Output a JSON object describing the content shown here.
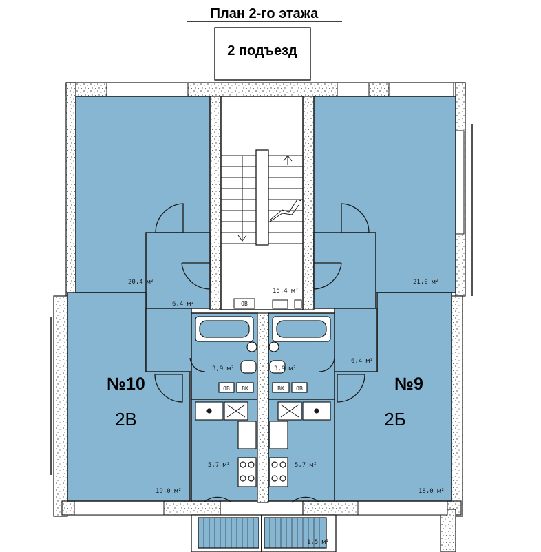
{
  "header": {
    "title": "План 2-го этажа",
    "entrance": "2 подъезд"
  },
  "apartments": [
    {
      "number": "№10",
      "type": "2В"
    },
    {
      "number": "№9",
      "type": "2Б"
    }
  ],
  "areas": {
    "left_bedroom": "20,4 м²",
    "right_bedroom": "21,0 м²",
    "stairwell": "15,4 м²",
    "left_hall": "6,4 м²",
    "right_hall": "6,4 м²",
    "left_bath": "3,9 м²",
    "right_bath": "3,9 м²",
    "left_kitchen": "5,7 м²",
    "right_kitchen": "5,7 м²",
    "left_living": "19,0 м²",
    "right_living": "18,0 м²",
    "balcony": "1,5 м²"
  },
  "fixtures": {
    "ov": "ОВ",
    "vk": "ВК"
  },
  "colors": {
    "room_fill": "#86b6d2",
    "wall": "#1a1a1a",
    "background": "#ffffff"
  }
}
